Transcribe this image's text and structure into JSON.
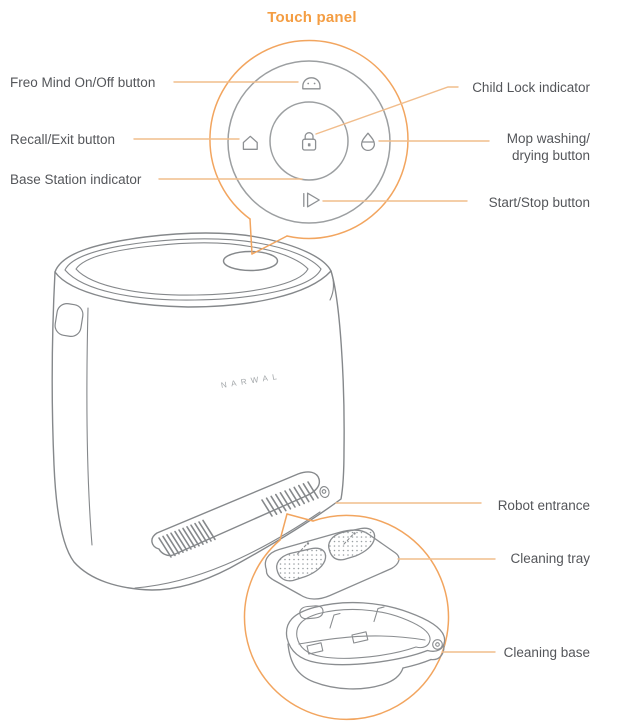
{
  "touch_panel": {
    "title": "Touch panel",
    "left_labels": [
      {
        "text": "Freo Mind On/Off button"
      },
      {
        "text": "Recall/Exit button"
      },
      {
        "text": "Base Station indicator"
      }
    ],
    "right_labels": [
      {
        "text": "Child Lock indicator"
      },
      {
        "lines": [
          "Mop washing/",
          "drying button"
        ]
      },
      {
        "text": "Start/Stop button"
      }
    ],
    "icons": [
      "freo-mind-icon",
      "recall-home-icon",
      "child-lock-icon",
      "mop-washing-drop-icon",
      "start-stop-play-icon",
      "base-station-indicator-ring"
    ]
  },
  "station": {
    "brand_text": "NARWAL",
    "labels": [
      {
        "text": "Robot entrance"
      },
      {
        "text": "Cleaning tray"
      },
      {
        "text": "Cleaning base"
      }
    ]
  },
  "colors": {
    "accent_orange": "#F49D42",
    "callout_stroke": "#F2A55F",
    "connector_line": "#F1BD8C",
    "label_text": "#54565A",
    "line_art_gray": "#85888B",
    "panel_ring_gray": "#9C9FA1",
    "icon_gray": "#8D9093",
    "logo_gray": "#A2A6A9"
  }
}
